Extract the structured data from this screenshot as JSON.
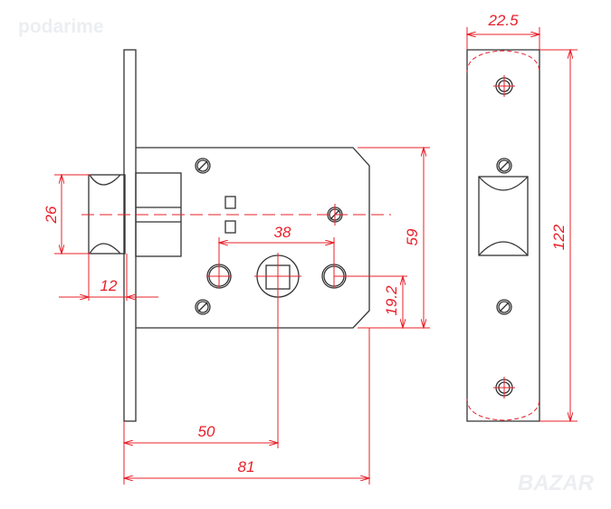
{
  "watermarks": {
    "top_left": "podarime",
    "bottom_right": "BAZAR"
  },
  "dimensions": {
    "latch_height": "26",
    "latch_projection": "12",
    "follower_to_screw": "38",
    "body_height": "59",
    "follower_offset": "19.2",
    "backset": "50",
    "body_depth": "81",
    "strike_width": "22.5",
    "strike_height": "122"
  },
  "colors": {
    "outline": "#333333",
    "dimension": "#e8202a"
  }
}
